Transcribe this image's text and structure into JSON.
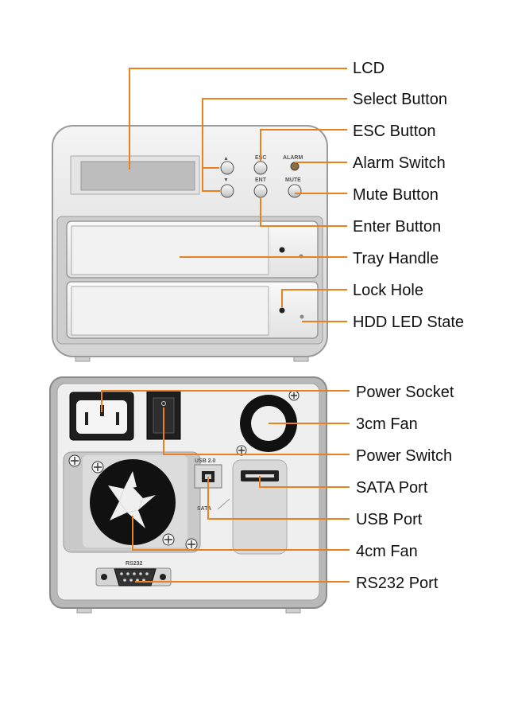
{
  "front_labels": {
    "lcd": "LCD",
    "select_button": "Select Button",
    "esc_button": "ESC Button",
    "alarm_switch": "Alarm Switch",
    "mute_button": "Mute Button",
    "enter_button": "Enter Button",
    "tray_handle": "Tray Handle",
    "lock_hole": "Lock Hole",
    "hdd_led_state": "HDD LED State"
  },
  "rear_labels": {
    "power_socket": "Power Socket",
    "fan_3cm": "3cm Fan",
    "power_switch": "Power Switch",
    "sata_port": "SATA Port",
    "usb_port": "USB Port",
    "fan_4cm": "4cm Fan",
    "rs232_port": "RS232 Port"
  },
  "panel_text": {
    "up_arrow": "▲",
    "down_arrow": "▼",
    "esc": "ESC",
    "ent": "ENT",
    "alarm": "ALARM",
    "mute": "MUTE",
    "usb20": "USB 2.0",
    "sata": "SATA",
    "rs232": "RS232"
  },
  "colors": {
    "leader_line": "#e8821e",
    "panel_body": "#d9d9d9",
    "panel_border": "#9a9a9a",
    "lcd_screen": "#bdbdbd"
  }
}
